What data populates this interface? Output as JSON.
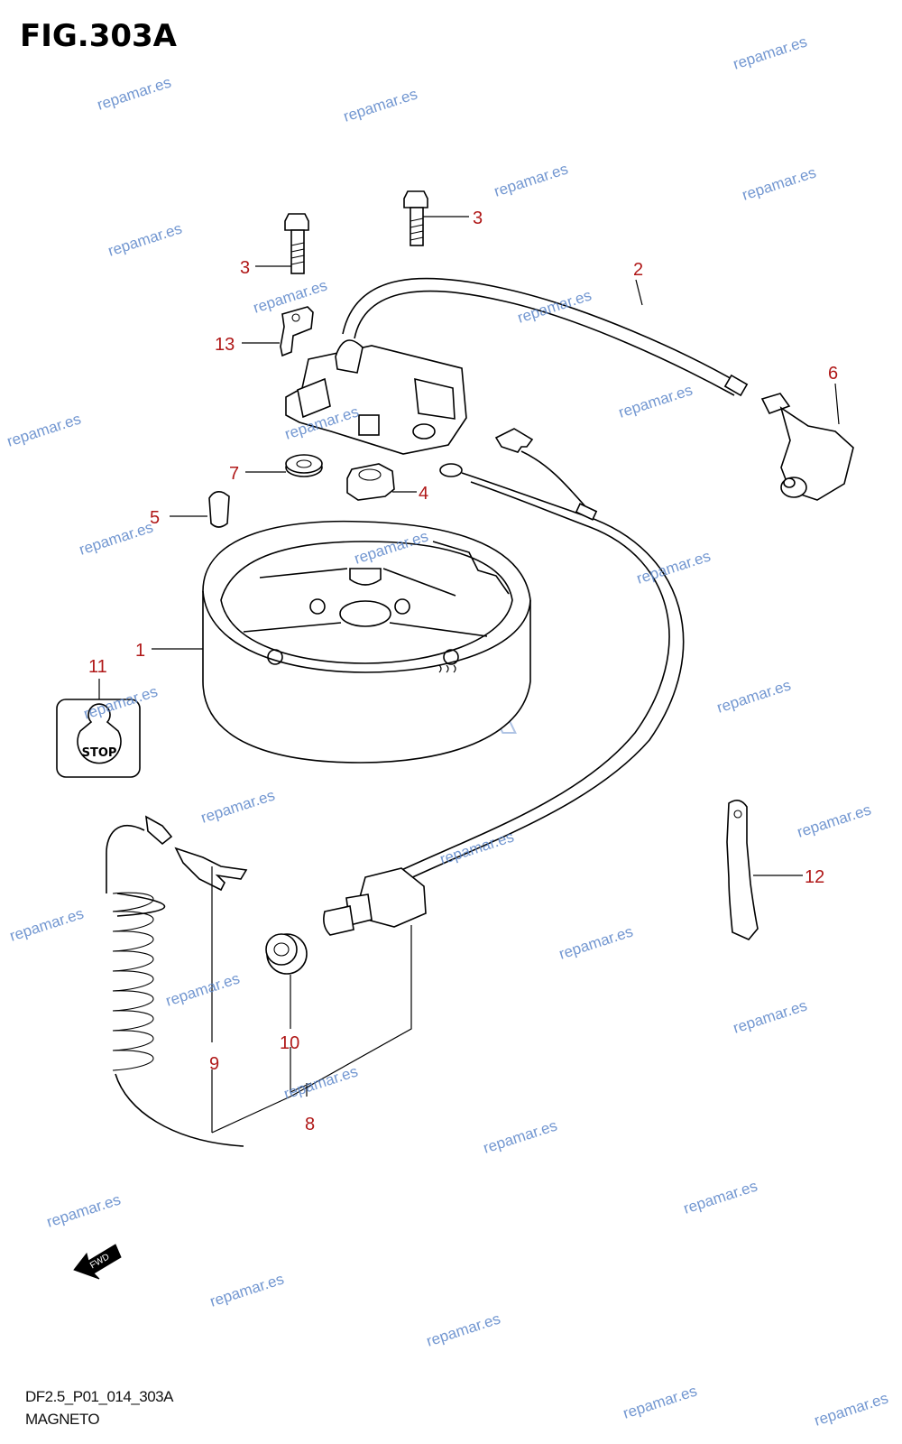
{
  "figure": {
    "title": "FIG.303A",
    "code": "DF2.5_P01_014_303A",
    "name": "MAGNETO"
  },
  "callouts": [
    {
      "id": "1",
      "label": "1"
    },
    {
      "id": "2",
      "label": "2"
    },
    {
      "id": "3a",
      "label": "3"
    },
    {
      "id": "3b",
      "label": "3"
    },
    {
      "id": "4",
      "label": "4"
    },
    {
      "id": "5",
      "label": "5"
    },
    {
      "id": "6",
      "label": "6"
    },
    {
      "id": "7",
      "label": "7"
    },
    {
      "id": "8",
      "label": "8"
    },
    {
      "id": "9",
      "label": "9"
    },
    {
      "id": "10",
      "label": "10"
    },
    {
      "id": "11",
      "label": "11"
    },
    {
      "id": "12",
      "label": "12"
    },
    {
      "id": "13",
      "label": "13"
    }
  ],
  "stop_button_label": "STOP",
  "fwd_label": "FWD",
  "watermark_text": "repamar.es",
  "colors": {
    "callout": "#b01818",
    "watermark": "#5b86c9",
    "line": "#000000"
  }
}
